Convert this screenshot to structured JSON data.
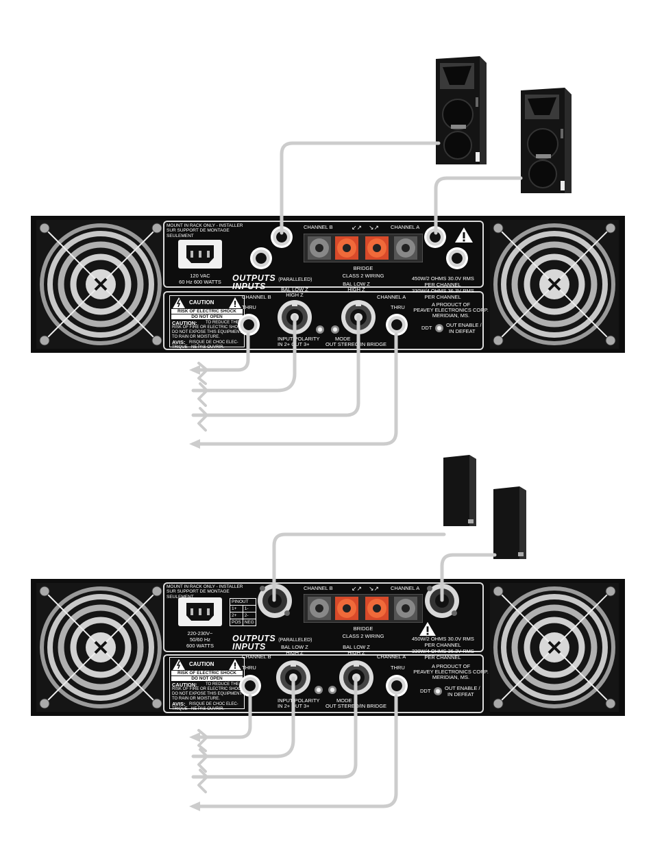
{
  "top_amp": {
    "mount": "MOUNT IN RACK ONLY - INSTALLER SUR SUPPORT DE MONTAGE SEULEMENT",
    "power_line1": "120 VAC",
    "power_line2": "60 Hz 600 WATTS",
    "channel_b": "CHANNEL B",
    "channel_a": "CHANNEL A",
    "bridge": "BRIDGE",
    "class2": "CLASS 2 WIRING",
    "outputs": "OUTPUTS",
    "paralleled": "(PARALLELED)",
    "inputs": "INPUTS",
    "bal_b": "BAL LOW Z",
    "hiz_b": "HIGH Z",
    "bal_a": "BAL LOW Z",
    "hiz_a": "HIGH Z",
    "thru_b": "THRU",
    "thru_a": "THRU",
    "rating1": "450W/2 OHMS  30.0V RMS",
    "rating2": "PER CHANNEL",
    "rating3": "330W/4 OHMS  36.3V RMS",
    "rating4": "PER CHANNEL",
    "product1": "A PRODUCT OF",
    "product2": "PEAVEY ELECTRONICS CORP.",
    "product3": "MERIDIAN, MS.",
    "ddt": "DDT",
    "ddt_out1": "OUT ENABLE /",
    "ddt_out2": "IN DEFEAT",
    "polarity1": "INPUT POLARITY",
    "polarity2": "IN 2+  OUT 3+",
    "mode1": "MODE",
    "mode2": "OUT STEREO/IN BRIDGE",
    "caution": "CAUTION",
    "risk1": "RISK OF ELECTRIC SHOCK",
    "risk2": "DO NOT OPEN",
    "caution_label": "CAUTION:",
    "caution_text1": "TO REDUCE THE",
    "caution_text2": "RISK OF FIRE OR ELECTRIC SHOCK",
    "caution_text3": "DO NOT EXPOSE THIS EQUIPMENT",
    "caution_text4": "TO RAIN OR MOISTURE.",
    "avis_label": "AVIS:",
    "avis_text1": "RISQUE DE CHOC ELEC-",
    "avis_text2": "TRIQUE - NE PAS OUVRIR."
  },
  "bottom_amp": {
    "mount": "MOUNT IN RACK ONLY - INSTALLER SUR SUPPORT DE MONTAGE SEULEMENT",
    "power_line1": "220-230V~",
    "power_line2": "50/60 Hz",
    "power_line3": "600 WATTS",
    "pinout_title": "PINOUT",
    "pinout": [
      [
        "1+",
        "1-"
      ],
      [
        "2+",
        "2-"
      ],
      [
        "POS",
        "NEG"
      ]
    ],
    "channel_b": "CHANNEL B",
    "channel_a": "CHANNEL A",
    "bridge": "BRIDGE",
    "class2": "CLASS 2 WIRING",
    "outputs": "OUTPUTS",
    "paralleled": "(PARALLELED)",
    "inputs": "INPUTS",
    "bal_b": "BAL LOW Z",
    "hiz_b": "HIGH Z",
    "bal_a": "BAL LOW Z",
    "hiz_a": "HIGH Z",
    "thru_b": "THRU",
    "thru_a": "THRU",
    "rating1": "450W/2 OHMS  30.0V RMS",
    "rating2": "PER CHANNEL",
    "rating3": "330W/4 OHMS  36.3V RMS",
    "rating4": "PER CHANNEL",
    "product1": "A PRODUCT OF",
    "product2": "PEAVEY ELECTRONICS CORP.",
    "product3": "MERIDIAN, MS.",
    "ddt": "DDT",
    "ddt_out1": "OUT ENABLE /",
    "ddt_out2": "IN DEFEAT",
    "polarity1": "INPUT POLARITY",
    "polarity2": "IN 2+  OUT 3+",
    "mode1": "MODE",
    "mode2": "OUT STEREO/IN BRIDGE",
    "caution": "CAUTION",
    "risk1": "RISK OF ELECTRIC SHOCK",
    "risk2": "DO NOT OPEN",
    "caution_label": "CAUTION:",
    "caution_text1": "TO REDUCE THE",
    "caution_text2": "RISK OF FIRE OR ELECTRIC SHOCK",
    "caution_text3": "DO NOT EXPOSE THIS EQUIPMENT",
    "caution_text4": "TO RAIN OR MOISTURE.",
    "avis_label": "AVIS:",
    "avis_text1": "RISQUE DE CHOC ELEC-",
    "avis_text2": "TRIQUE - NE PAS OUVRIR."
  },
  "colors": {
    "panel": "#0d0d0d",
    "wire": "#cccccc",
    "binding_post": "#d84a2a",
    "speaker_cabinet": "#141414"
  }
}
